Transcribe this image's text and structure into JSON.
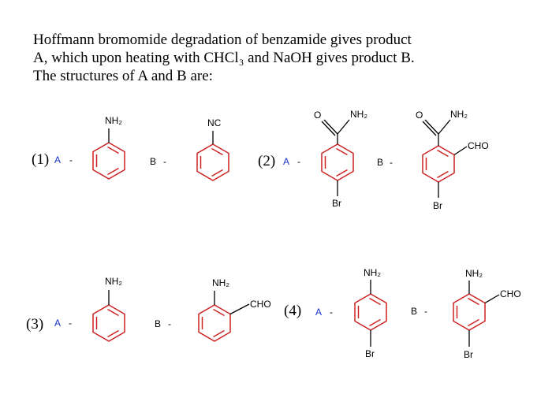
{
  "question": {
    "line1": "Hoffmann bromomide degradation of benzamide gives product",
    "line2": "A, which upon heating with CHCl₃ and NaOH gives product B.",
    "line3": "The structures of A and B are:"
  },
  "options": [
    {
      "number": "(1)",
      "a_label": "A",
      "b_label": "B",
      "dash": "-",
      "a_groups": {
        "top": "NH₂"
      },
      "b_groups": {
        "top": "NC"
      }
    },
    {
      "number": "(2)",
      "a_label": "A",
      "b_label": "B",
      "dash": "-",
      "a_groups": {
        "carbonyl_o": "O",
        "amide": "NH₂",
        "bottom": "Br"
      },
      "b_groups": {
        "carbonyl_o": "O",
        "amide": "NH₂",
        "side": "CHO",
        "bottom": "Br"
      }
    },
    {
      "number": "(3)",
      "a_label": "A",
      "b_label": "B",
      "dash": "-",
      "a_groups": {
        "top": "NH₂"
      },
      "b_groups": {
        "top": "NH₂",
        "side": "CHO"
      }
    },
    {
      "number": "(4)",
      "a_label": "A",
      "b_label": "B",
      "dash": "-",
      "a_groups": {
        "top": "NH₂",
        "bottom": "Br"
      },
      "b_groups": {
        "top": "NH₂",
        "side": "CHO",
        "bottom": "Br"
      }
    }
  ],
  "colors": {
    "ring": "#cc2222",
    "bond": "#000000",
    "option_letter": "#1a33c8",
    "text": "#000000"
  }
}
